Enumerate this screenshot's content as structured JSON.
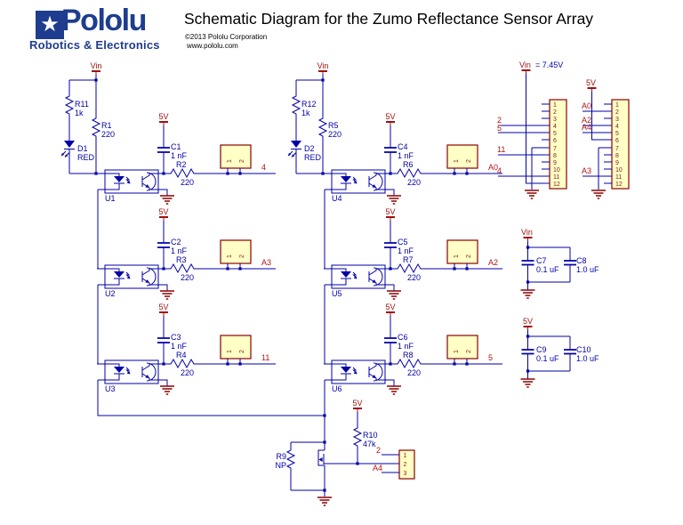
{
  "header": {
    "logo_name": "Pololu",
    "logo_tagline": "Robotics & Electronics",
    "logo_star_icon": "★",
    "title": "Schematic Diagram for the Zumo Reflectance Sensor Array",
    "copyright": "©2013 Pololu Corporation",
    "website": "www.pololu.com"
  },
  "nets": {
    "vin": "Vin",
    "v5": "5V",
    "vin_value": "= 7.45V"
  },
  "left_driver": {
    "r_top_ref": "R11",
    "r_top_val": "1k",
    "r_series_ref": "R1",
    "r_series_val": "220",
    "led_ref": "D1",
    "led_val": "RED"
  },
  "mid_driver": {
    "r_top_ref": "R12",
    "r_top_val": "1k",
    "r_series_ref": "R5",
    "r_series_val": "220",
    "led_ref": "D2",
    "led_val": "RED"
  },
  "channels": [
    {
      "ref": "U1",
      "cap_ref": "C1",
      "cap_val": "1 nF",
      "res_ref": "R2",
      "res_val": "220",
      "out": "4"
    },
    {
      "ref": "U2",
      "cap_ref": "C2",
      "cap_val": "1 nF",
      "res_ref": "R3",
      "res_val": "220",
      "out": "A3"
    },
    {
      "ref": "U3",
      "cap_ref": "C3",
      "cap_val": "1 nF",
      "res_ref": "R4",
      "res_val": "220",
      "out": "11"
    },
    {
      "ref": "U4",
      "cap_ref": "C4",
      "cap_val": "1 nF",
      "res_ref": "R6",
      "res_val": "220",
      "out": "A0"
    },
    {
      "ref": "U5",
      "cap_ref": "C5",
      "cap_val": "1 nF",
      "res_ref": "R7",
      "res_val": "220",
      "out": "A2"
    },
    {
      "ref": "U6",
      "cap_ref": "C6",
      "cap_val": "1 nF",
      "res_ref": "R8",
      "res_val": "220",
      "out": "5"
    }
  ],
  "conn2_pins": [
    "1",
    "2"
  ],
  "connector_pins": [
    "1",
    "2",
    "3",
    "4",
    "5",
    "6",
    "7",
    "8",
    "9",
    "10",
    "11",
    "12"
  ],
  "j1_nets": {
    "pin4": "2",
    "pin5": "5",
    "pin8": "11",
    "pin11": "4"
  },
  "j2_nets": {
    "pin2": "A0",
    "pin4": "A2",
    "pin5": "A4",
    "pin11": "A3"
  },
  "mosfet_block": {
    "pull_ref": "R10",
    "pull_val": "47k",
    "np_ref": "R9",
    "np_val": "NP",
    "net_pin1": "2",
    "net_pin3": "A4"
  },
  "conn3_pins": [
    "1",
    "2",
    "3"
  ],
  "bypass": {
    "c7_ref": "C7",
    "c7_val": "0.1 uF",
    "c8_ref": "C8",
    "c8_val": "1.0 uF",
    "c9_ref": "C9",
    "c9_val": "0.1 uF",
    "c10_ref": "C10",
    "c10_val": "1.0 uF"
  },
  "colors": {
    "wire_blue": "#0000a8",
    "brand_blue": "#1e3d8f",
    "net_red": "#b51414",
    "power_red": "#a01010",
    "dark_red": "#8b0000",
    "connector_fill": "#ffffc6"
  }
}
